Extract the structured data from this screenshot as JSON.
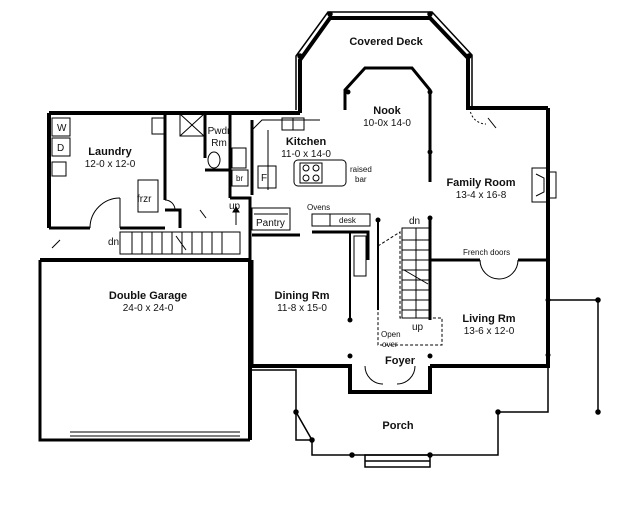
{
  "rooms": {
    "covered_deck": {
      "name": "Covered Deck"
    },
    "nook": {
      "name": "Nook",
      "dims": "10-0x 14-0"
    },
    "laundry": {
      "name": "Laundry",
      "dims": "12-0 x 12-0"
    },
    "powder": {
      "name_line1": "Pwdr",
      "name_line2": "Rm"
    },
    "kitchen": {
      "name": "Kitchen",
      "dims": "11-0 x 14-0"
    },
    "family": {
      "name": "Family Room",
      "dims": "13-4 x 16-8"
    },
    "garage": {
      "name": "Double Garage",
      "dims": "24-0 x 24-0"
    },
    "dining": {
      "name": "Dining Rm",
      "dims": "11-8 x 15-0"
    },
    "living": {
      "name": "Living Rm",
      "dims": "13-6 x 12-0"
    },
    "foyer": {
      "name": "Foyer"
    },
    "porch": {
      "name": "Porch"
    }
  },
  "labels": {
    "washer": "W",
    "dryer": "D",
    "freezer": "frzr",
    "broom": "br",
    "fridge": "F",
    "raised_bar_1": "raised",
    "raised_bar_2": "bar",
    "ovens": "Ovens",
    "desk": "desk",
    "pantry": "Pantry",
    "up_back": "up",
    "dn_back": "dn",
    "dn_stair": "dn",
    "up_stair": "up",
    "open_over_1": "Open",
    "open_over_2": "over",
    "french_doors": "French doors"
  }
}
